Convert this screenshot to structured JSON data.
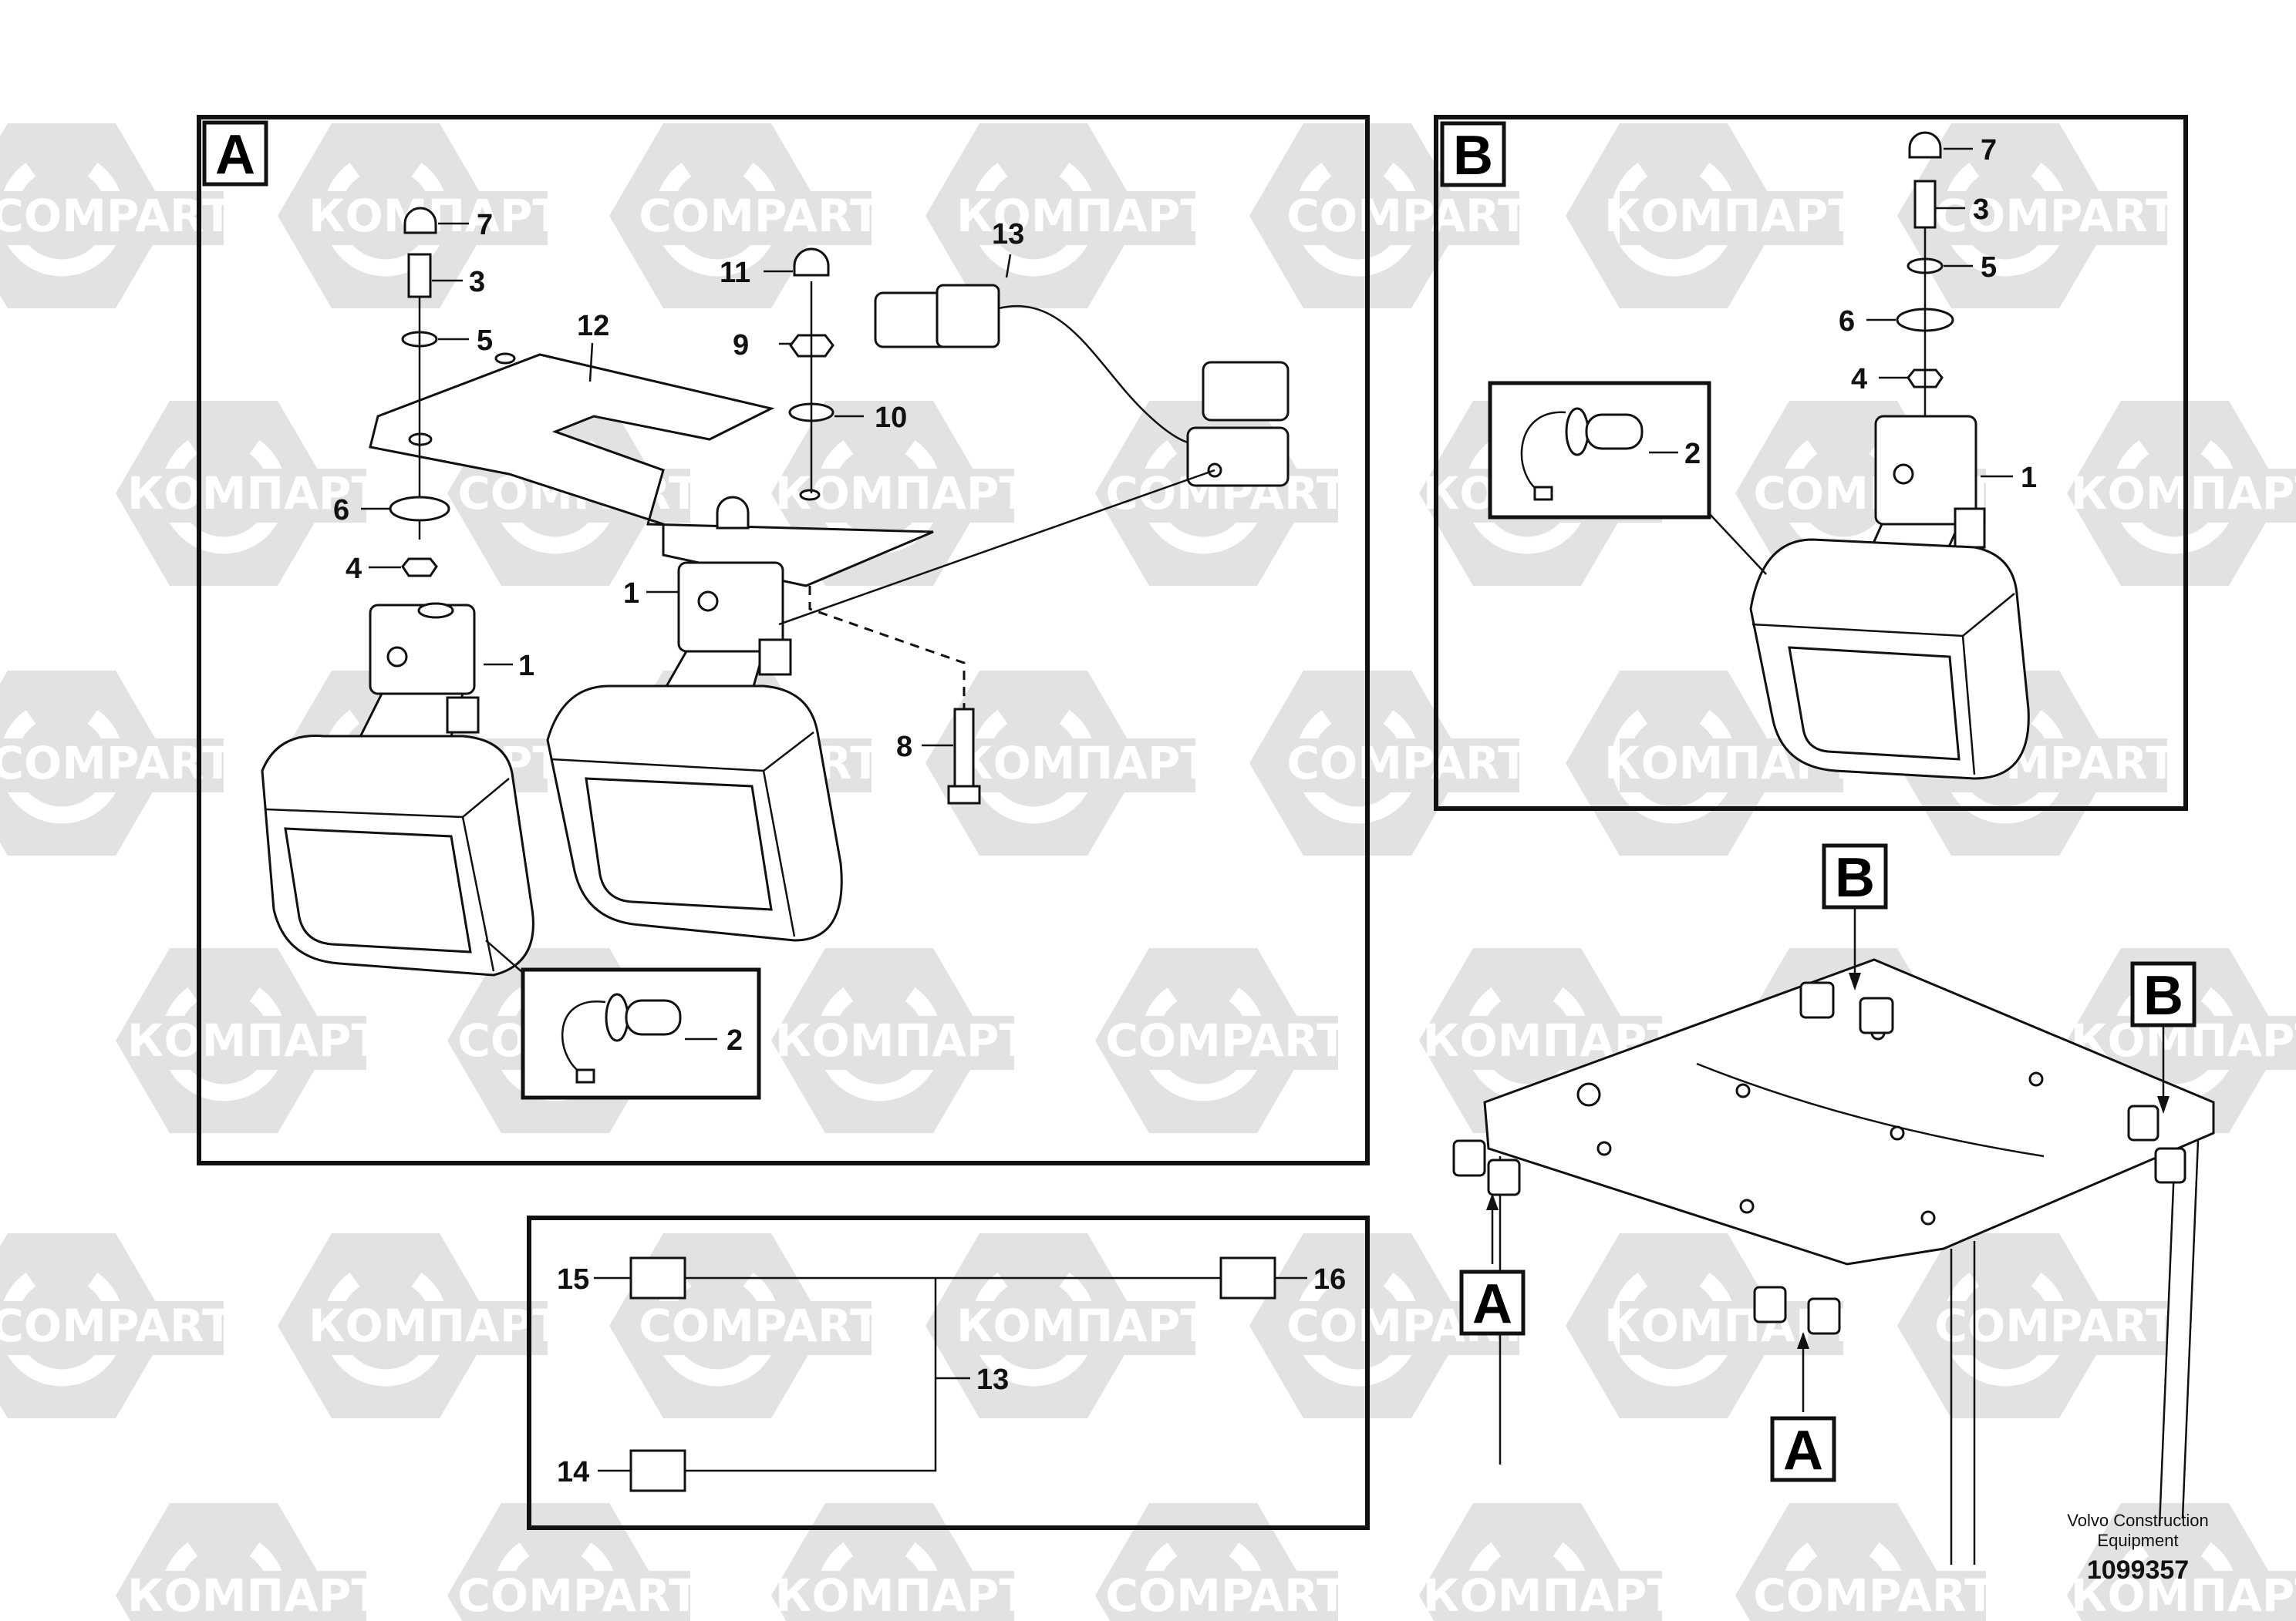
{
  "watermark": {
    "cyrillic": "КОМПАРТ",
    "latin": "COMPART"
  },
  "panel_a": {
    "title": "A",
    "callouts": {
      "c7": "7",
      "c3": "3",
      "c5": "5",
      "c12": "12",
      "c11": "11",
      "c9": "9",
      "c10": "10",
      "c13": "13",
      "c6": "6",
      "c4": "4",
      "c1a": "1",
      "c1b": "1",
      "c8": "8",
      "c2": "2"
    }
  },
  "panel_b": {
    "title": "B",
    "callouts": {
      "c7": "7",
      "c3": "3",
      "c5": "5",
      "c6": "6",
      "c4": "4",
      "c2": "2",
      "c1": "1"
    }
  },
  "wiring": {
    "callouts": {
      "c15": "15",
      "c16": "16",
      "c13": "13",
      "c14": "14"
    }
  },
  "overview": {
    "labels": {
      "b_top": "B",
      "b_right": "B",
      "a_left": "A",
      "a_bottom": "A"
    }
  },
  "footer": {
    "company_line1": "Volvo Construction",
    "company_line2": "Equipment",
    "drawing_number": "1099357"
  }
}
